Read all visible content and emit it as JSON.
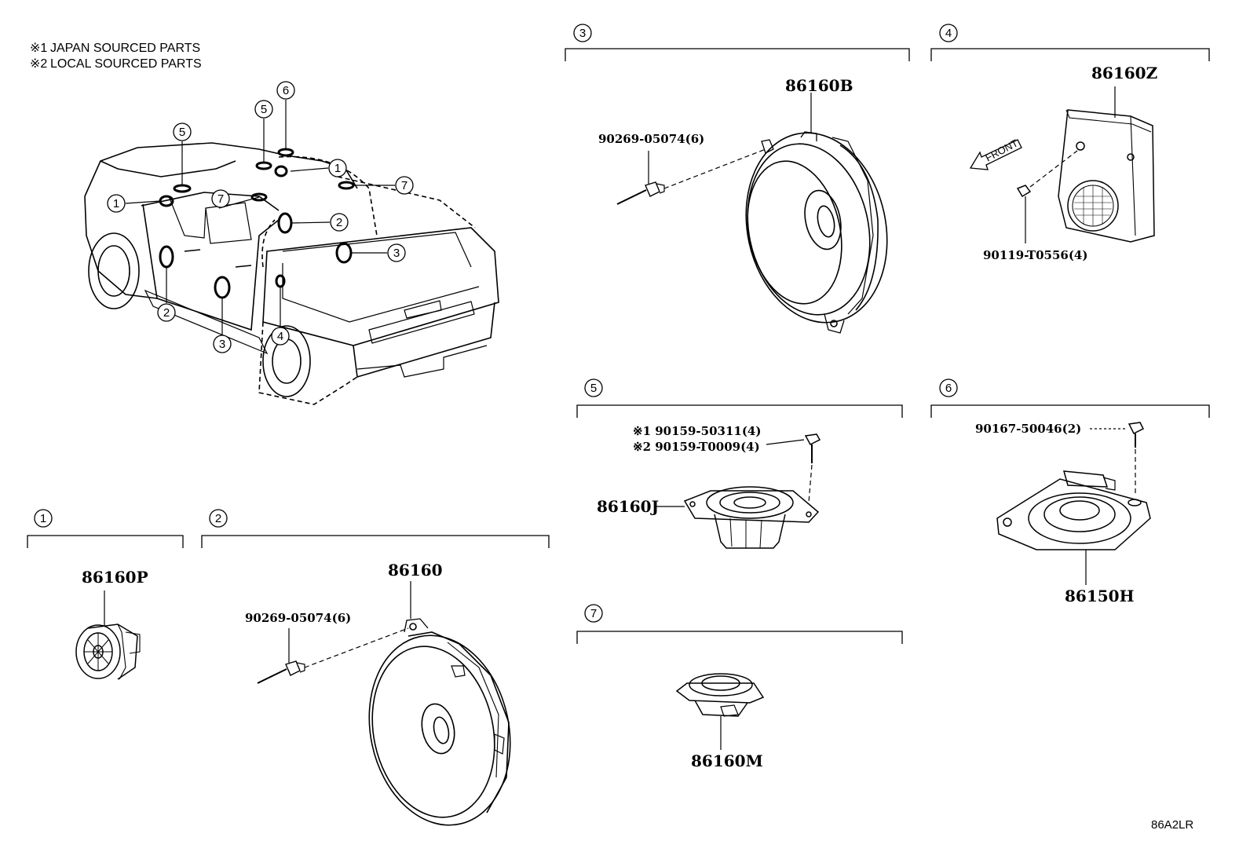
{
  "notes": [
    {
      "mark": "※1",
      "text": "JAPAN SOURCED PARTS"
    },
    {
      "mark": "※2",
      "text": "LOCAL SOURCED PARTS"
    }
  ],
  "callout_numbers": [
    "1",
    "2",
    "3",
    "4",
    "5",
    "6",
    "7"
  ],
  "groups": [
    {
      "num": "1",
      "parts": [
        "86160P"
      ]
    },
    {
      "num": "2",
      "parts": [
        "86160",
        "90269-05074(6)"
      ]
    },
    {
      "num": "3",
      "parts": [
        "86160B",
        "90269-05074(6)"
      ]
    },
    {
      "num": "4",
      "parts": [
        "86160Z",
        "90119-T0556(4)"
      ],
      "arrow_label": "FRONT"
    },
    {
      "num": "5",
      "parts": [
        "86160J",
        "※1 90159-50311(4)",
        "※2 90159-T0009(4)"
      ]
    },
    {
      "num": "6",
      "parts": [
        "90167-50046(2)",
        "86150H"
      ]
    },
    {
      "num": "7",
      "parts": [
        "86160M"
      ]
    }
  ],
  "diagram_code": "86A2LR"
}
